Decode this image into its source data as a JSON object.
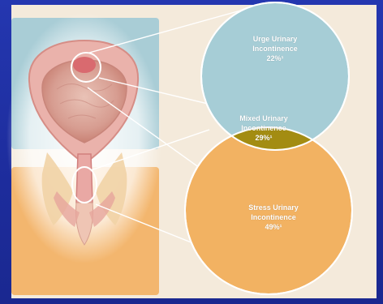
{
  "venn": {
    "urge": {
      "line1": "Urge Urinary",
      "line2": "Incontinence",
      "pct": "22%¹"
    },
    "mixed": {
      "line1": "Mixed Urinary",
      "line2": "Incontinence",
      "pct": "29%¹"
    },
    "stress": {
      "line1": "Stress Urinary",
      "line2": "Incontinence",
      "pct": "49%¹"
    }
  },
  "colors": {
    "urge": "#a6cdd6",
    "mixed": "#a38c12",
    "stress": "#f2b262",
    "background": "#1f30a3",
    "panel": "#f4eadb"
  }
}
